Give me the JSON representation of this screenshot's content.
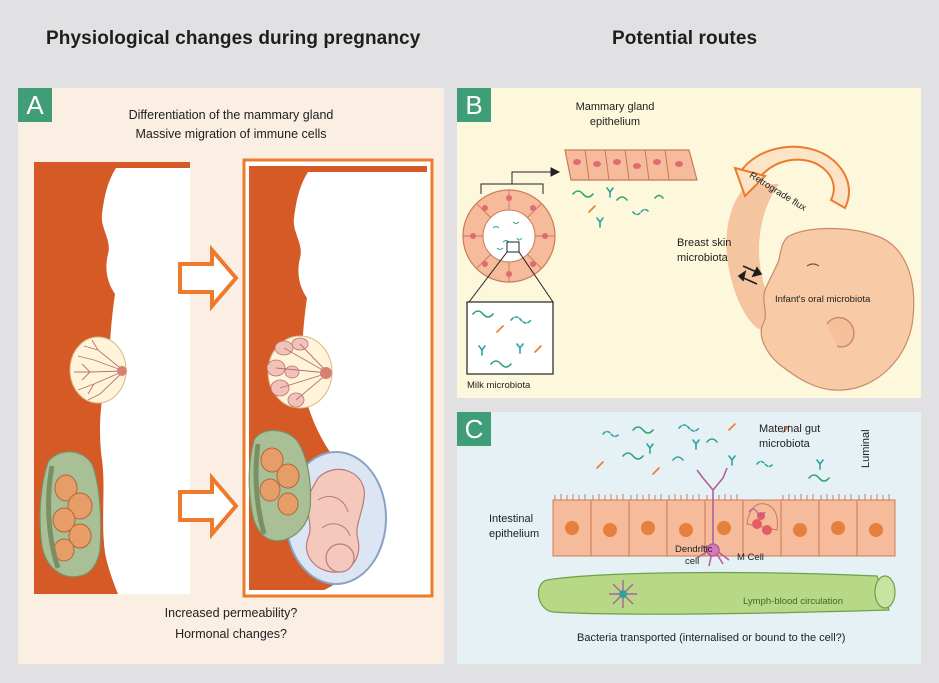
{
  "headings": {
    "left": "Physiological changes during pregnancy",
    "right": "Potential routes"
  },
  "panel_a": {
    "badge": "A",
    "line1": "Differentiation of the mammary gland",
    "line2": "Massive migration of immune cells",
    "bottom1": "Increased permeability?",
    "bottom2": "Hormonal changes?"
  },
  "panel_b": {
    "badge": "B",
    "epithelium_line1": "Mammary gland",
    "epithelium_line2": "epithelium",
    "retrograde": "Retrograde flux",
    "breast_skin1": "Breast skin",
    "breast_skin2": "microbiota",
    "infant_oral": "Infant's oral microbiota",
    "milk": "Milk microbiota"
  },
  "panel_c": {
    "badge": "C",
    "maternal1": "Maternal gut",
    "maternal2": "microbiota",
    "luminal": "Luminal",
    "intestinal1": "Intestinal",
    "intestinal2": "epithelium",
    "dendritic1": "Dendritic",
    "dendritic2": "cell",
    "mcell": "M Cell",
    "lymph": "Lymph-blood circulation",
    "transport": "Bacteria transported (internalised or bound to the cell?)"
  },
  "colors": {
    "background": "#e1e1e3",
    "panel_a": "#fbeee3",
    "panel_b": "#fdf7dc",
    "panel_c": "#e6f1f5",
    "badge": "#3f9e78",
    "body_orange": "#d65a26",
    "arrow_orange": "#ee7a2e",
    "epithelium_cell": "#f6bb9a",
    "lymph_green": "#b7d886"
  }
}
